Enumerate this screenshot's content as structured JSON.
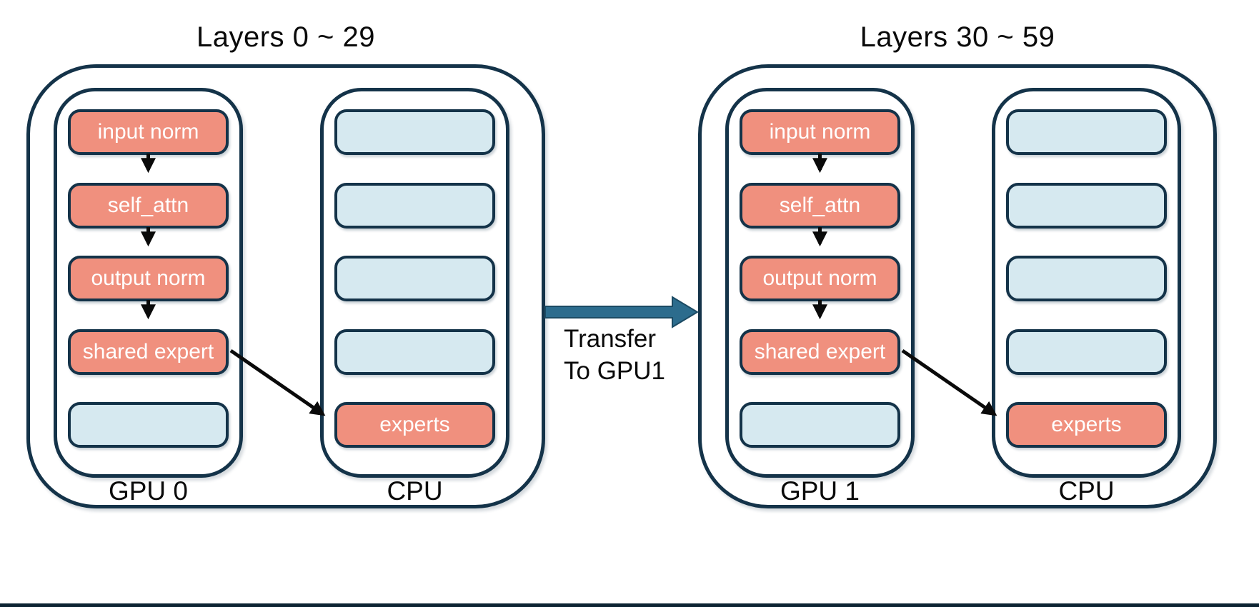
{
  "colors": {
    "navy": "#143349",
    "salmon": "#F0907E",
    "lightblue": "#D6E9F0",
    "teal": "#2C6C8D",
    "tealDark": "#1B4A63",
    "ink": "#0A0A0A",
    "bottombar": "#0D2433",
    "boxtext": "#FFFFFF",
    "background": "#FFFFFF"
  },
  "groups": [
    {
      "title": "Layers 0 ~ 29",
      "gpu_label": "GPU 0",
      "cpu_label": "CPU",
      "gpu_boxes": [
        "input norm",
        "self_attn",
        "output norm",
        "shared expert",
        ""
      ],
      "cpu_boxes": [
        "",
        "",
        "",
        "",
        "experts"
      ]
    },
    {
      "title": "Layers 30 ~ 59",
      "gpu_label": "GPU 1",
      "cpu_label": "CPU",
      "gpu_boxes": [
        "input norm",
        "self_attn",
        "output norm",
        "shared expert",
        ""
      ],
      "cpu_boxes": [
        "",
        "",
        "",
        "",
        "experts"
      ]
    }
  ],
  "transfer": {
    "line1": "Transfer",
    "line2": "To GPU1"
  },
  "icons": {
    "flow_arrow": "down-arrow",
    "moe_offload_arrow": "diagonal-arrow",
    "transfer_arrow": "right-block-arrow"
  }
}
